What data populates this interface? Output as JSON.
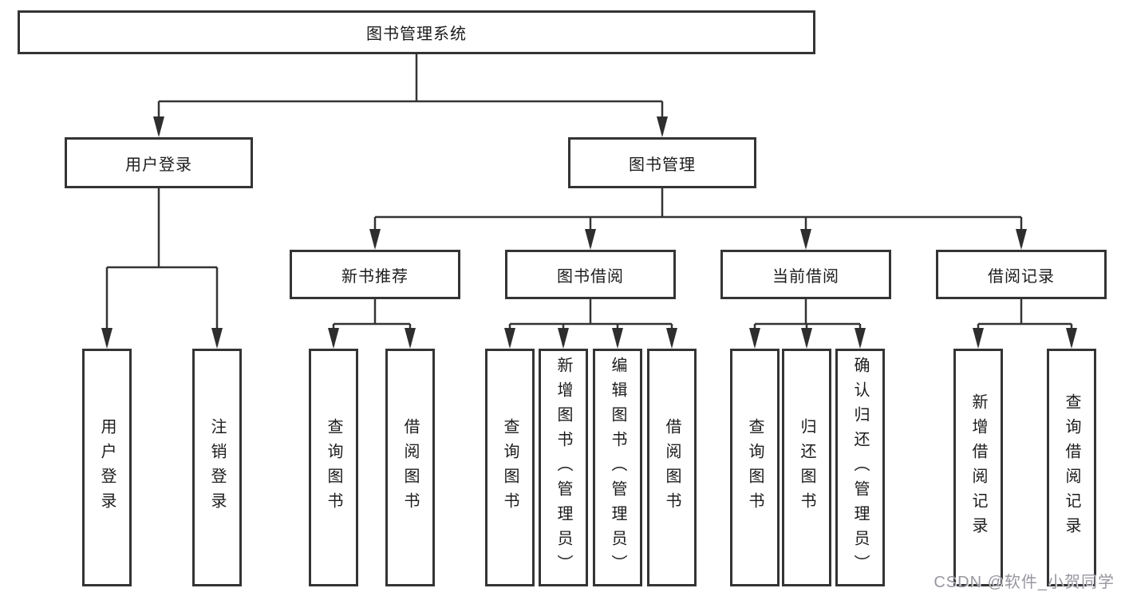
{
  "diagram": {
    "root": {
      "label": "图书管理系统"
    },
    "user_login": {
      "label": "用户登录",
      "children": [
        {
          "label": "用户登录"
        },
        {
          "label": "注销登录"
        }
      ]
    },
    "book_mgmt": {
      "label": "图书管理",
      "groups": [
        {
          "label": "新书推荐",
          "children": [
            {
              "label": "查询图书"
            },
            {
              "label": "借阅图书"
            }
          ]
        },
        {
          "label": "图书借阅",
          "children": [
            {
              "label": "查询图书"
            },
            {
              "label": "新增图书（管理员）"
            },
            {
              "label": "编辑图书（管理员）"
            },
            {
              "label": "借阅图书"
            }
          ]
        },
        {
          "label": "当前借阅",
          "children": [
            {
              "label": "查询图书"
            },
            {
              "label": "归还图书"
            },
            {
              "label": "确认归还（管理员）"
            }
          ]
        },
        {
          "label": "借阅记录",
          "children": [
            {
              "label": "新增借阅记录"
            },
            {
              "label": "查询借阅记录"
            }
          ]
        }
      ]
    }
  },
  "watermark": {
    "text": "CSDN @软件_小贺同学"
  },
  "colors": {
    "line": "#343434",
    "arrow": "#2e2e2e",
    "box_border": "#343434",
    "text": "#1c1c1c",
    "watermark": "#8e8e98",
    "background": "#ffffff"
  }
}
